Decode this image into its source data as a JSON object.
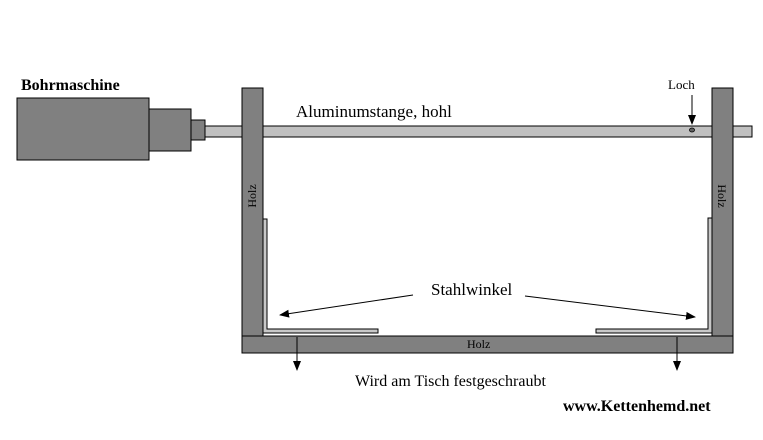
{
  "diagram": {
    "labels": {
      "drill": "Bohrmaschine",
      "tube": "Aluminumstange, hohl",
      "hole": "Loch",
      "wood_left": "Holz",
      "wood_right": "Holz",
      "wood_bottom": "Holz",
      "steel_angles": "Stahlwinkel",
      "mounting": "Wird am Tisch festgeschraubt",
      "website": "www.Kettenhemd.net"
    },
    "colors": {
      "part_fill": "#808080",
      "tube_fill": "#c0c0c0",
      "outline": "#000000",
      "background": "#ffffff"
    }
  }
}
